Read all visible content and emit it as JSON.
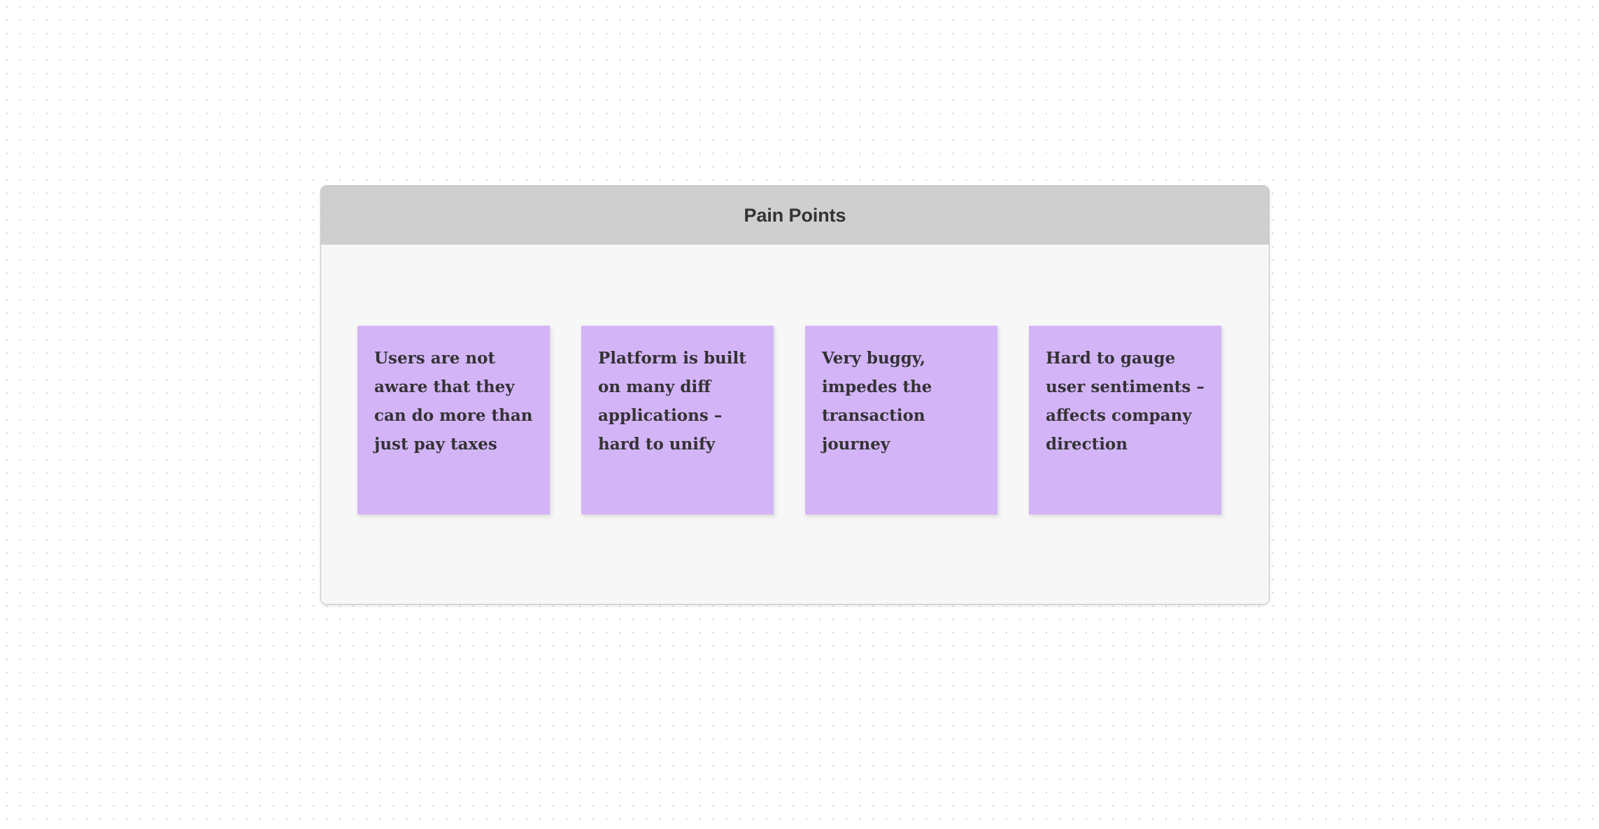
{
  "canvas": {
    "background_color": "#ffffff",
    "dot_color": "#d9d6db"
  },
  "frame": {
    "title": "Pain Points",
    "header_color": "#c8c8c8",
    "body_color": "#f7f7f7",
    "border_color": "#c3c3c3"
  },
  "notes": {
    "color": "#d3b5f7",
    "text_color": "#343235",
    "items": [
      {
        "text": "Users are not aware that they can do more than just pay taxes"
      },
      {
        "text": "Platform is built on many diff applications – hard to unify"
      },
      {
        "text": "Very buggy, impedes the transaction journey"
      },
      {
        "text": "Hard to gauge user sentiments – affects company direction"
      }
    ]
  }
}
